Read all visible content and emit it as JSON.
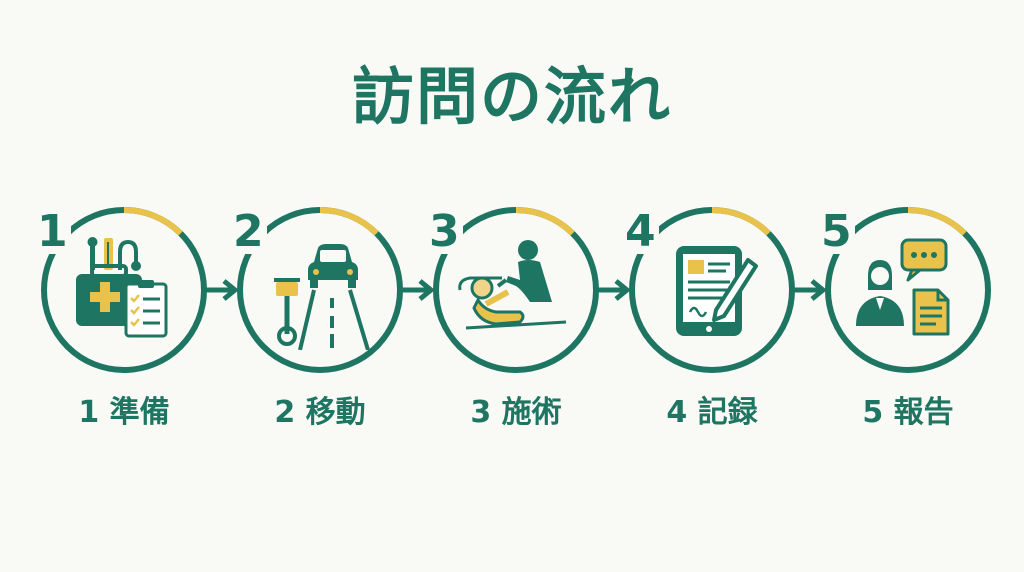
{
  "title": "訪問の流れ",
  "colors": {
    "primary": "#1e7562",
    "accent": "#e8c24a",
    "background": "#f9f9f6"
  },
  "steps": [
    {
      "number": "1",
      "label": "1 準備",
      "icon": "medical-bag-clipboard-icon"
    },
    {
      "number": "2",
      "label": "2 移動",
      "icon": "car-bicycle-road-icon"
    },
    {
      "number": "3",
      "label": "3 施術",
      "icon": "caregiver-patient-icon"
    },
    {
      "number": "4",
      "label": "4 記録",
      "icon": "tablet-document-pen-icon"
    },
    {
      "number": "5",
      "label": "5 報告",
      "icon": "person-chat-report-icon"
    }
  ]
}
